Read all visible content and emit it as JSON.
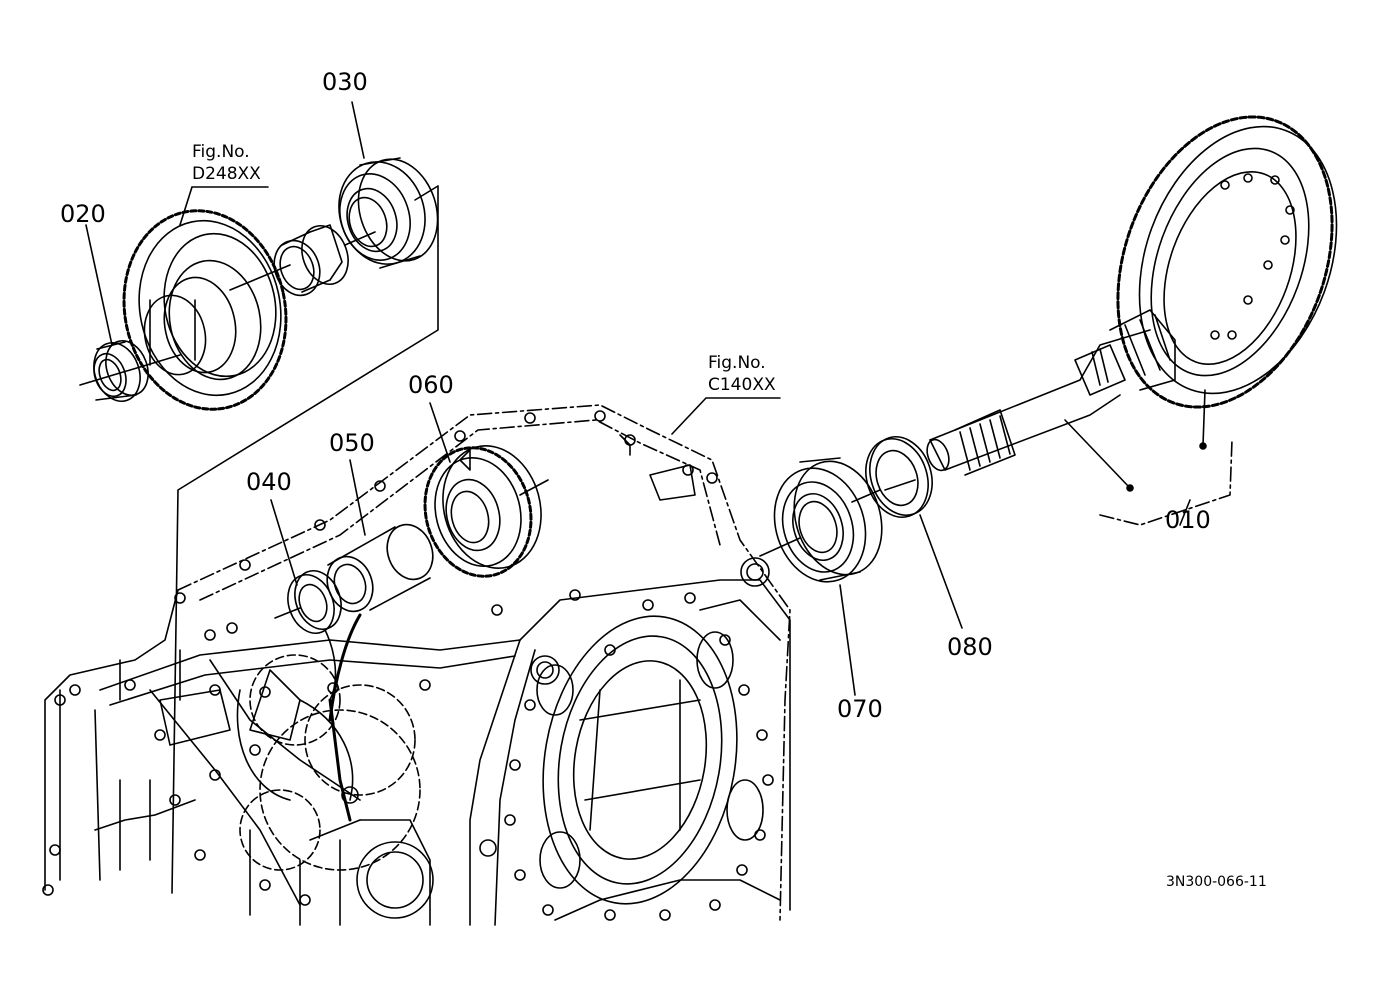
{
  "callouts": {
    "p010": "010",
    "p020": "020",
    "p030": "030",
    "p040": "040",
    "p050": "050",
    "p060": "060",
    "p070": "070",
    "p080": "080"
  },
  "figure_refs": {
    "upper": {
      "label": "Fig.No.",
      "code": "D248XX"
    },
    "right": {
      "label": "Fig.No.",
      "code": "C140XX"
    }
  },
  "drawing_number": "3N300-066-11"
}
